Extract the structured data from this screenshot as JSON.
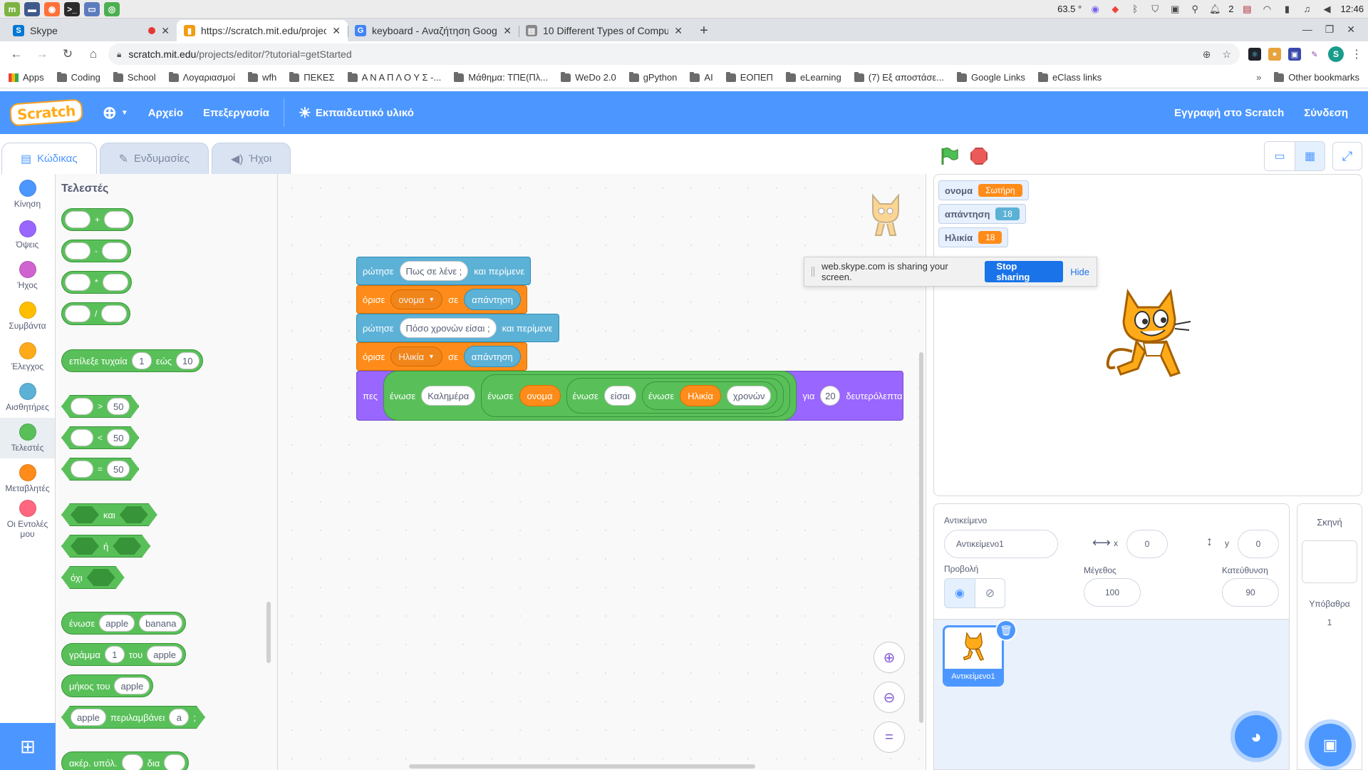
{
  "os": {
    "launchers": [
      {
        "name": "mint",
        "glyph": "m",
        "color": "#7cb342"
      },
      {
        "name": "files",
        "glyph": "▬",
        "color": "#3f5a8a"
      },
      {
        "name": "firefox",
        "glyph": "◉",
        "color": "#ff7139"
      },
      {
        "name": "terminal",
        "glyph": ">_",
        "color": "#2b2b2b"
      },
      {
        "name": "folder",
        "glyph": "▭",
        "color": "#5c7cbd"
      },
      {
        "name": "chrome",
        "glyph": "◎",
        "color": "#4caf50"
      }
    ],
    "tray": {
      "temperature": "63.5 °",
      "notifications": "2",
      "clock": "12:46"
    }
  },
  "browser": {
    "tabs": [
      {
        "title": "Skype",
        "favicon": "S",
        "favicon_color": "#0078d4",
        "recording": true
      },
      {
        "title": "https://scratch.mit.edu/projec",
        "favicon": "▮",
        "favicon_color": "#f39c12",
        "active": true
      },
      {
        "title": "keyboard - Αναζήτηση Google",
        "favicon": "G",
        "favicon_color": "#4285f4"
      },
      {
        "title": "10 Different Types of Comput",
        "favicon": "▤",
        "favicon_color": "#888888"
      }
    ],
    "url_host": "scratch.mit.edu",
    "url_path": "/projects/editor/?tutorial=getStarted",
    "bookmarks": [
      "Apps",
      "Coding",
      "School",
      "Λογαριασμοί",
      "wfh",
      "ΠΕΚΕΣ",
      "Α Ν Α Π Λ Ο Υ Σ -...",
      "Μάθημα: ΤΠΕ(Πλ...",
      "WeDo 2.0",
      "gPython",
      "AI",
      "ΕΟΠΕΠ",
      "eLearning",
      "(7) Εξ αποστάσε...",
      "Google Links",
      "eClass links"
    ],
    "bookmarks_more": "»",
    "other_bookmarks": "Other bookmarks",
    "profile_initial": "S"
  },
  "scratch": {
    "logo": "Scratch",
    "menu": {
      "file": "Αρχείο",
      "edit": "Επεξεργασία",
      "tutorials": "Εκπαιδευτικό υλικό",
      "join": "Εγγραφή στο Scratch",
      "signin": "Σύνδεση"
    },
    "tabs": {
      "code": "Κώδικας",
      "costumes": "Ενδυμασίες",
      "sounds": "Ήχοι"
    },
    "categories": [
      {
        "label": "Κίνηση",
        "color": "#4c97ff"
      },
      {
        "label": "Όψεις",
        "color": "#9966ff"
      },
      {
        "label": "Ήχος",
        "color": "#cf63cf"
      },
      {
        "label": "Συμβάντα",
        "color": "#ffbf00"
      },
      {
        "label": "Έλεγχος",
        "color": "#ffab19"
      },
      {
        "label": "Αισθητήρες",
        "color": "#5cb1d6"
      },
      {
        "label": "Τελεστές",
        "color": "#59c059",
        "active": true
      },
      {
        "label": "Μεταβλητές",
        "color": "#ff8c1a"
      },
      {
        "label": "Οι Εντολές μου",
        "color": "#ff6680"
      }
    ],
    "palette": {
      "title": "Τελεστές",
      "ops": [
        "+",
        "-",
        "*",
        "/"
      ],
      "random": {
        "label": "επίλεξε τυχαία",
        "from": "1",
        "to_label": "εώς",
        "to": "10"
      },
      "compare": [
        {
          "op": ">",
          "value": "50"
        },
        {
          "op": "<",
          "value": "50"
        },
        {
          "op": "=",
          "value": "50"
        }
      ],
      "and": "και",
      "or": "ή",
      "not": "όχι",
      "join": {
        "label": "ένωσε",
        "a": "apple",
        "b": "banana"
      },
      "letter": {
        "label": "γράμμα",
        "index": "1",
        "of": "του",
        "word": "apple"
      },
      "length": {
        "label": "μήκος του",
        "word": "apple"
      },
      "contains": {
        "word": "apple",
        "label": "περιλαμβάνει",
        "letter": "a",
        "suffix": ";"
      },
      "mod": {
        "label": "ακέρ. υπόλ.",
        "by": "δια"
      }
    },
    "script": {
      "ask1": {
        "label": "ρώτησε",
        "question": "Πως σε λένε ;",
        "wait": "και περίμενε"
      },
      "set1": {
        "label": "όρισε",
        "var": "ονομα",
        "to": "σε",
        "value": "απάντηση"
      },
      "ask2": {
        "label": "ρώτησε",
        "question": "Πόσο χρονών είσαι ;",
        "wait": "και περίμενε"
      },
      "set2": {
        "label": "όρισε",
        "var": "Ηλικία",
        "to": "σε",
        "value": "απάντηση"
      },
      "say": {
        "label": "πες",
        "join": "ένωσε",
        "text1": "Καλημέρα",
        "var1": "ονομα",
        "text2": "είσαι",
        "var2": "Ηλικία",
        "text3": "χρονών",
        "for": "για",
        "secs": "20",
        "secs_label": "δευτερόλεπτα"
      }
    },
    "stage": {
      "monitors": [
        {
          "name": "ονομα",
          "value": "Σωτήρη",
          "color": "#ff8c1a"
        },
        {
          "name": "απάντηση",
          "value": "18",
          "color": "#5cb1d6"
        },
        {
          "name": "Ηλικία",
          "value": "18",
          "color": "#ff8c1a"
        }
      ]
    },
    "share_notice": {
      "text": "web.skype.com is sharing your screen.",
      "stop": "Stop sharing",
      "hide": "Hide"
    },
    "sprite_info": {
      "sprite_label": "Αντικείμενο",
      "sprite_name": "Αντικείμενο1",
      "x_label": "x",
      "x": "0",
      "y_label": "y",
      "y": "0",
      "show_label": "Προβολή",
      "size_label": "Μέγεθος",
      "size": "100",
      "direction_label": "Κατεύθυνση",
      "direction": "90"
    },
    "sprite_list": [
      {
        "name": "Αντικείμενο1"
      }
    ],
    "backdrop": {
      "title": "Σκηνή",
      "label": "Υπόβαθρα",
      "count": "1"
    }
  }
}
